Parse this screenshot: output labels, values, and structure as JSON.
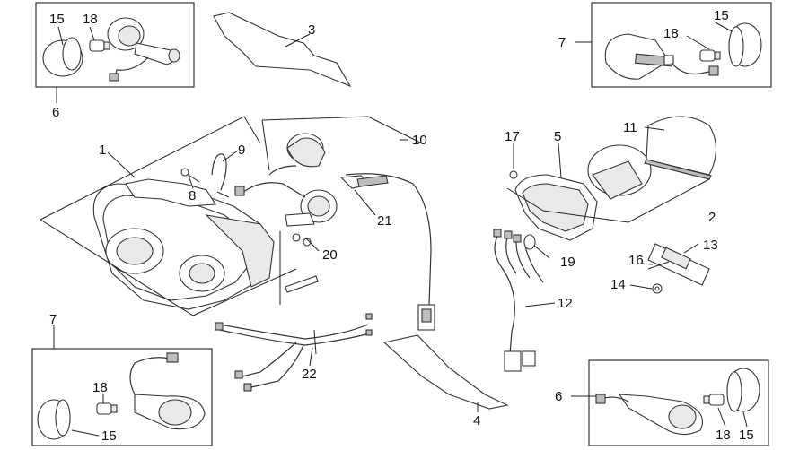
{
  "labels": {
    "l1": "1",
    "l2": "2",
    "l3": "3",
    "l4": "4",
    "l5": "5",
    "l6a": "6",
    "l6b": "6",
    "l7a": "7",
    "l7b": "7",
    "l8": "8",
    "l9": "9",
    "l10": "10",
    "l11": "11",
    "l12": "12",
    "l13": "13",
    "l14": "14",
    "l15a": "15",
    "l15b": "15",
    "l15c": "15",
    "l15d": "15",
    "l16": "16",
    "l17": "17",
    "l18a": "18",
    "l18b": "18",
    "l18c": "18",
    "l18d": "18",
    "l19": "19",
    "l20": "20",
    "l21": "21",
    "l22": "22"
  }
}
